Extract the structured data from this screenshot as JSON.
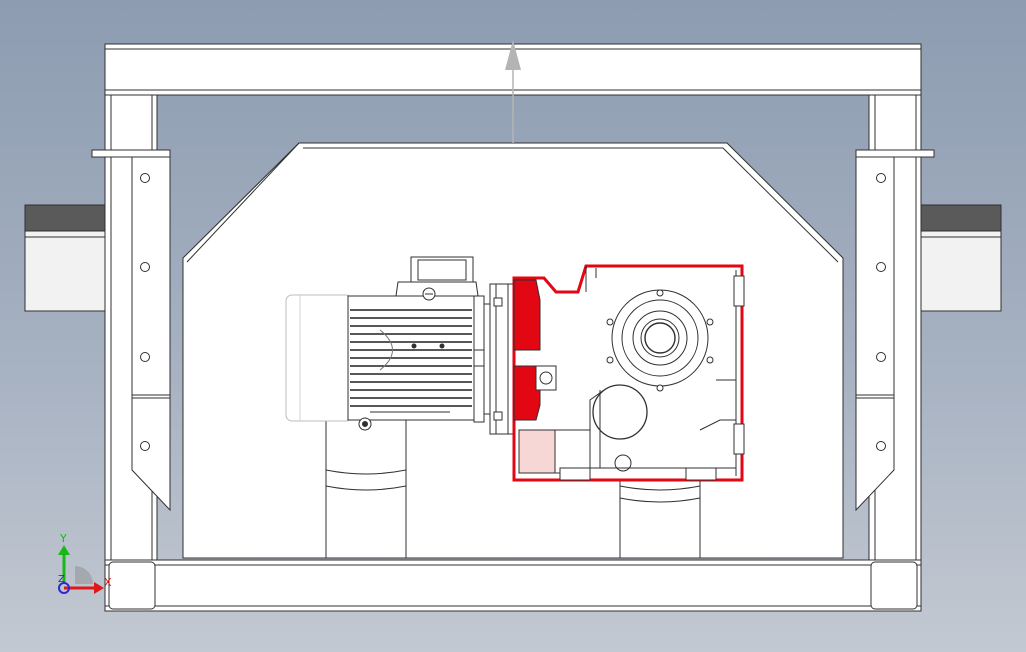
{
  "viewport": {
    "background_top": "#8d9cb1",
    "background_bottom": "#c3c9d2"
  },
  "colors": {
    "line": "#303030",
    "fill": "#ffffff",
    "section_red": "#e30613",
    "section_pink": "#f7d6d6",
    "dark_beam": "#5a5a5a",
    "arrow": "#b4b4b4"
  },
  "triad": {
    "x_label": "X",
    "y_label": "Y",
    "z_label": "Z",
    "x_color": "#e01818",
    "y_color": "#18b818",
    "z_color": "#2a2ad0"
  }
}
